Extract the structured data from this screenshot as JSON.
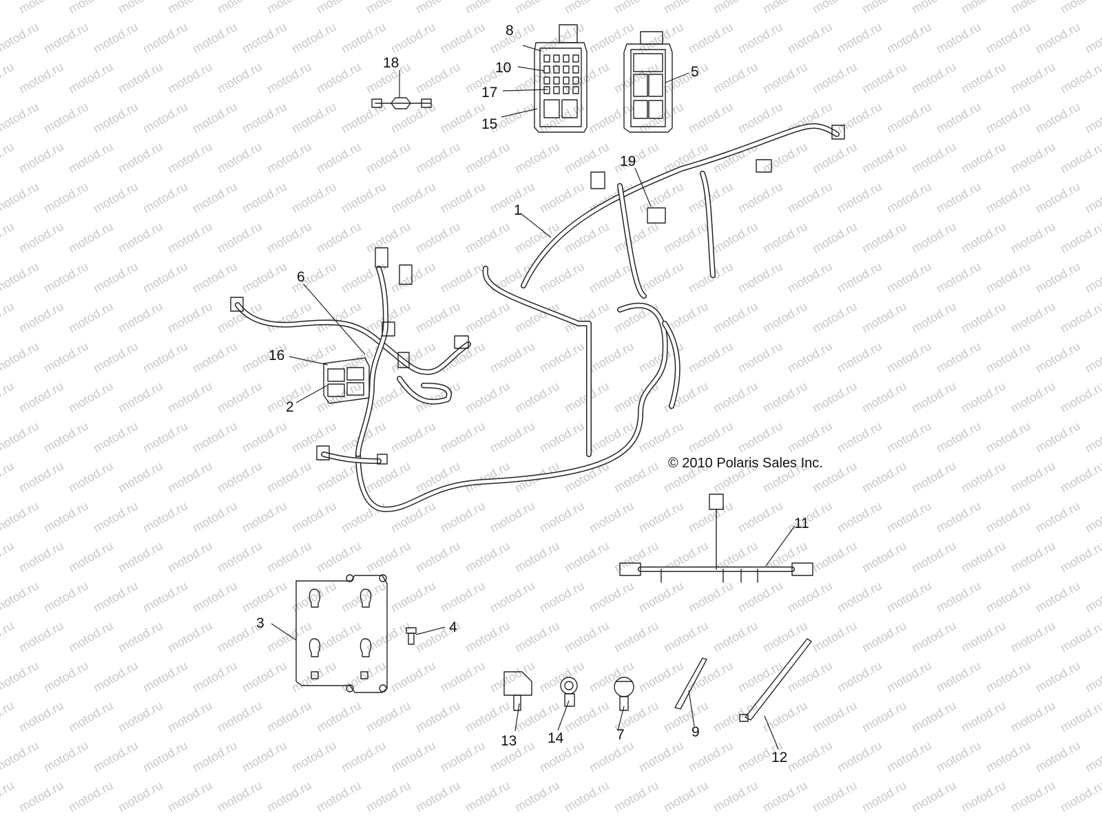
{
  "watermark": "motod.ru",
  "copyright": "© 2010 Polaris Sales Inc.",
  "callouts": {
    "c1": "1",
    "c2": "2",
    "c3": "3",
    "c4": "4",
    "c5": "5",
    "c6": "6",
    "c7": "7",
    "c8": "8",
    "c9": "9",
    "c10": "10",
    "c11": "11",
    "c12": "12",
    "c13": "13",
    "c14": "14",
    "c15": "15",
    "c16": "16",
    "c17": "17",
    "c18": "18",
    "c19": "19"
  }
}
